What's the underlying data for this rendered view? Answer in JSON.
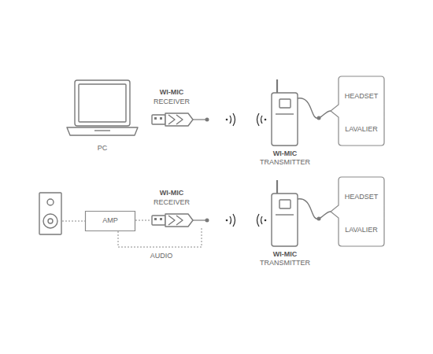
{
  "diagram": {
    "nodes": [
      {
        "text": [
          "HEADSET",
          "LAVALIER"
        ]
      },
      {
        "text": [
          "AMP"
        ]
      },
      {
        "text": [
          "HEADSET",
          "LAVALIER"
        ]
      }
    ],
    "labels": [
      "WI-MIC",
      "RECEIVER",
      "PC",
      "WI-MIC",
      "TRANSMITTER",
      "WI-MIC",
      "RECEIVER",
      "AUDIO",
      "WI-MIC",
      "TRANSMITTER"
    ]
  }
}
